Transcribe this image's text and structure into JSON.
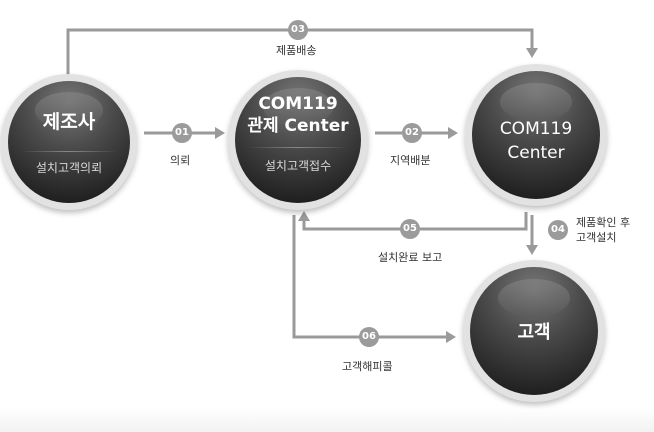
{
  "nodes": {
    "manufacturer": {
      "title": "제조사",
      "subtitle": "설치고객의뢰"
    },
    "control_center": {
      "title": "COM119\n관제 Center",
      "subtitle": "설치고객접수"
    },
    "center": {
      "title": "COM119\nCenter"
    },
    "customer": {
      "title": "고객"
    }
  },
  "steps": [
    {
      "number": "01",
      "label": "의뢰"
    },
    {
      "number": "02",
      "label": "지역배분"
    },
    {
      "number": "03",
      "label": "제품배송"
    },
    {
      "number": "04",
      "label": "제품확인 후\n고객설치"
    },
    {
      "number": "05",
      "label": "설치완료 보고"
    },
    {
      "number": "06",
      "label": "고객해피콜"
    }
  ],
  "colors": {
    "line": "#9a9a9a",
    "badge": "#9b9b9b",
    "node_dark": "#262626"
  }
}
